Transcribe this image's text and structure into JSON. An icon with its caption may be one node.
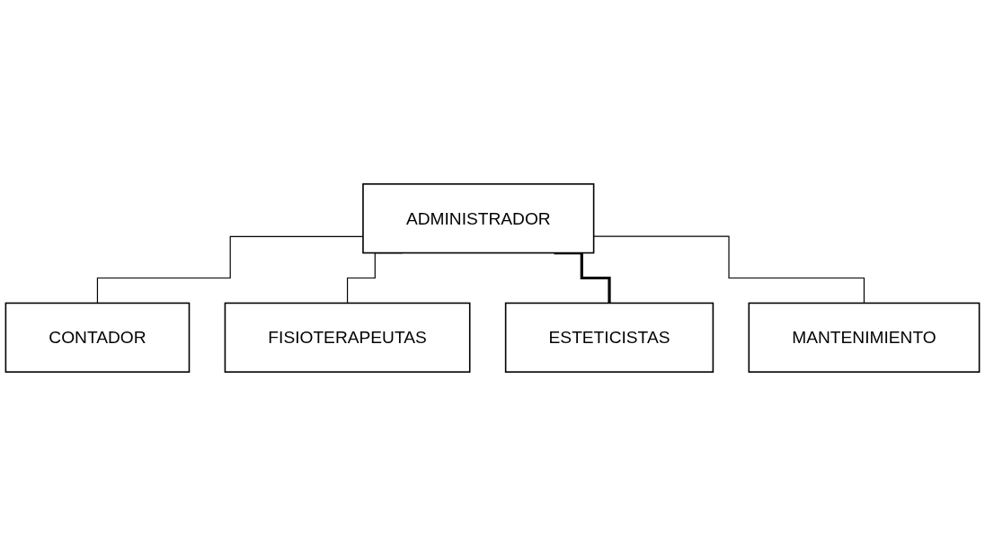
{
  "diagram": {
    "nodes": [
      {
        "text": [
          "ADMINISTRADOR"
        ]
      },
      {
        "text": [
          "CONTADOR"
        ]
      },
      {
        "text": [
          "FISIOTERAPEUTAS"
        ]
      },
      {
        "text": [
          "ESTETICISTAS"
        ]
      },
      {
        "text": [
          "MANTENIMIENTO"
        ]
      }
    ],
    "edges": [
      {
        "from": 0,
        "to": 1,
        "arrow": "none"
      },
      {
        "from": 0,
        "to": 2,
        "arrow": "none"
      },
      {
        "from": 0,
        "to": 3,
        "arrow": "none",
        "style": "thick"
      },
      {
        "from": 0,
        "to": 4,
        "arrow": "none"
      }
    ]
  }
}
